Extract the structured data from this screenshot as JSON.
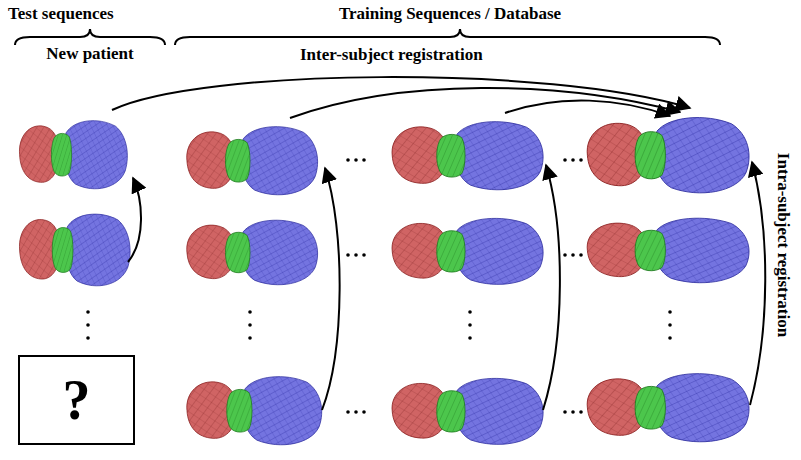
{
  "diagram": {
    "nodes": [
      {
        "text": [
          "?"
        ]
      }
    ],
    "labels": [
      "Test sequences",
      "New patient",
      "Training Sequences / Database",
      "Inter-subject registration",
      "Intra-subject registration"
    ]
  }
}
